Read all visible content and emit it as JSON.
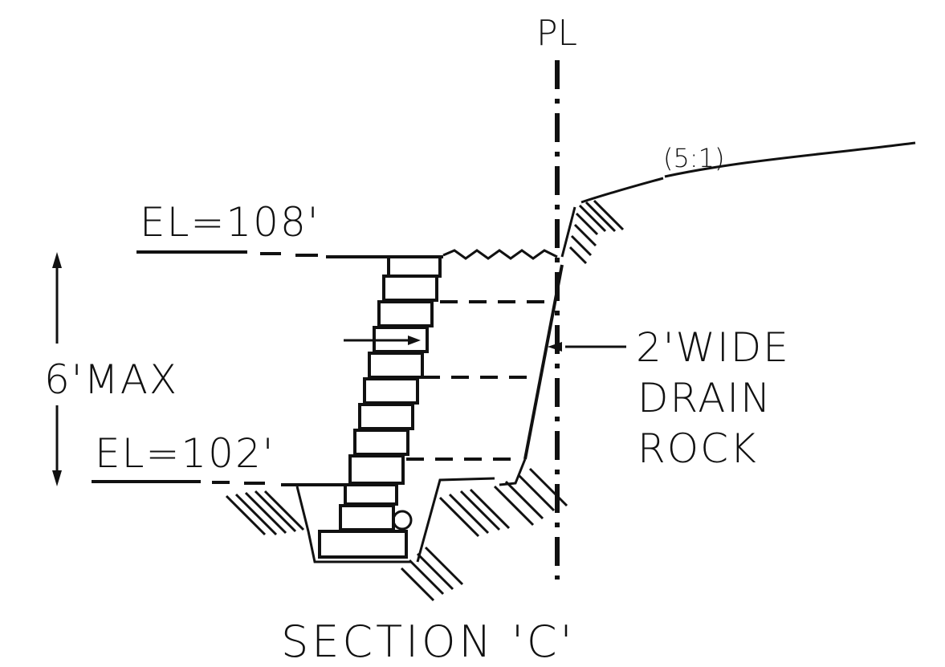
{
  "title": "SECTION 'C'",
  "property_line_label": "PL",
  "slope_label": "(5:1)",
  "top_elevation": "EL=108'",
  "bottom_elevation": "EL=102'",
  "height_note": "6'MAX",
  "drain_note": {
    "line1": "2'WIDE",
    "line2": "DRAIN",
    "line3": "ROCK"
  },
  "colors": {
    "ink": "#111111",
    "background": "#ffffff"
  }
}
